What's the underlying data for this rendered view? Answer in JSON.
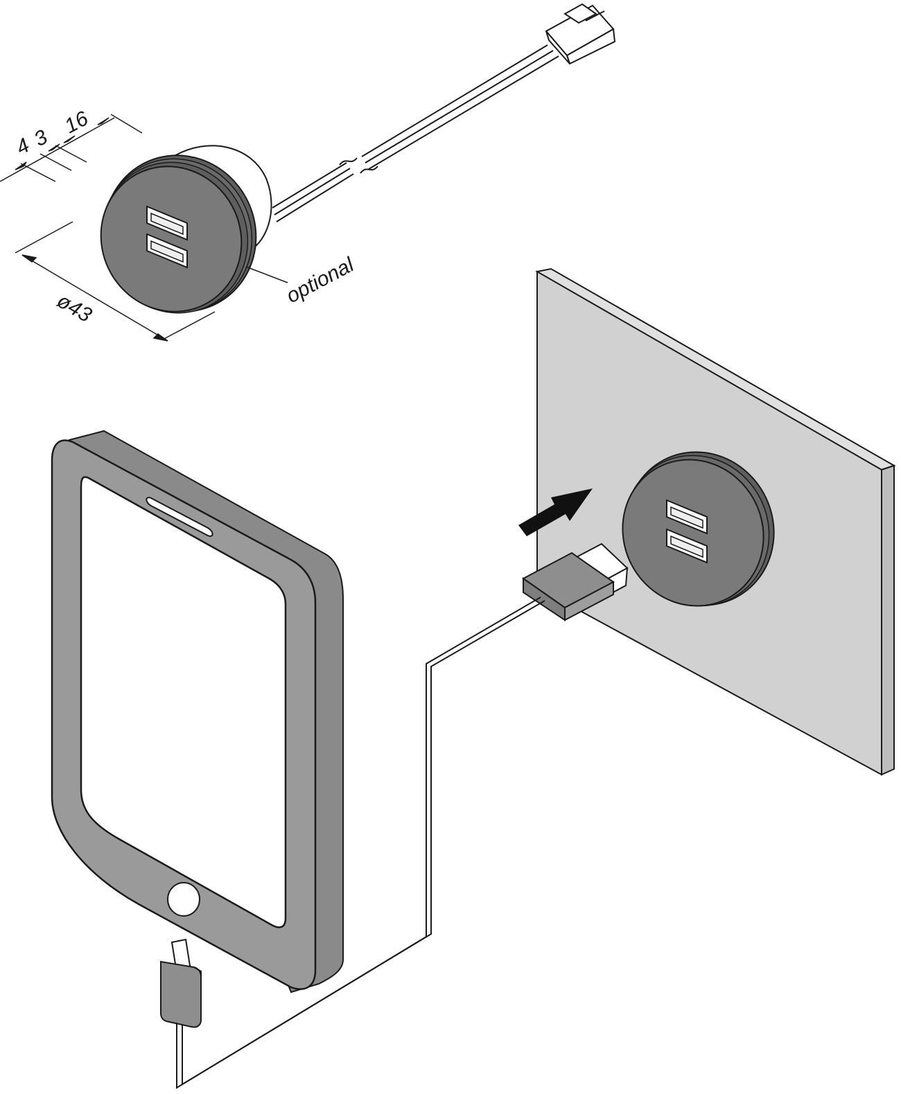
{
  "dimensions": {
    "ring_thickness_a": "4",
    "ring_thickness_b": "3",
    "depth": "16",
    "diameter": "ø43"
  },
  "callout": {
    "optional_label": "optional"
  },
  "colors": {
    "socket_face": "#7a7a7a",
    "socket_rim": "#5e5e5e",
    "panel_face": "#d1d1d1",
    "panel_edge": "#bdbdbd",
    "tablet_frame": "#9a9a9a",
    "tablet_side": "#8a8a8a",
    "plug_body": "#8e8e8e",
    "line": "#1a1a1a",
    "arrow": "#111111"
  },
  "icons": {
    "socket": "dual-usb-socket-icon",
    "panel": "mounting-panel-icon",
    "tablet": "tablet-device-icon",
    "plug": "usb-plug-icon",
    "arrow": "insert-arrow-icon",
    "connector": "wire-connector-icon"
  }
}
